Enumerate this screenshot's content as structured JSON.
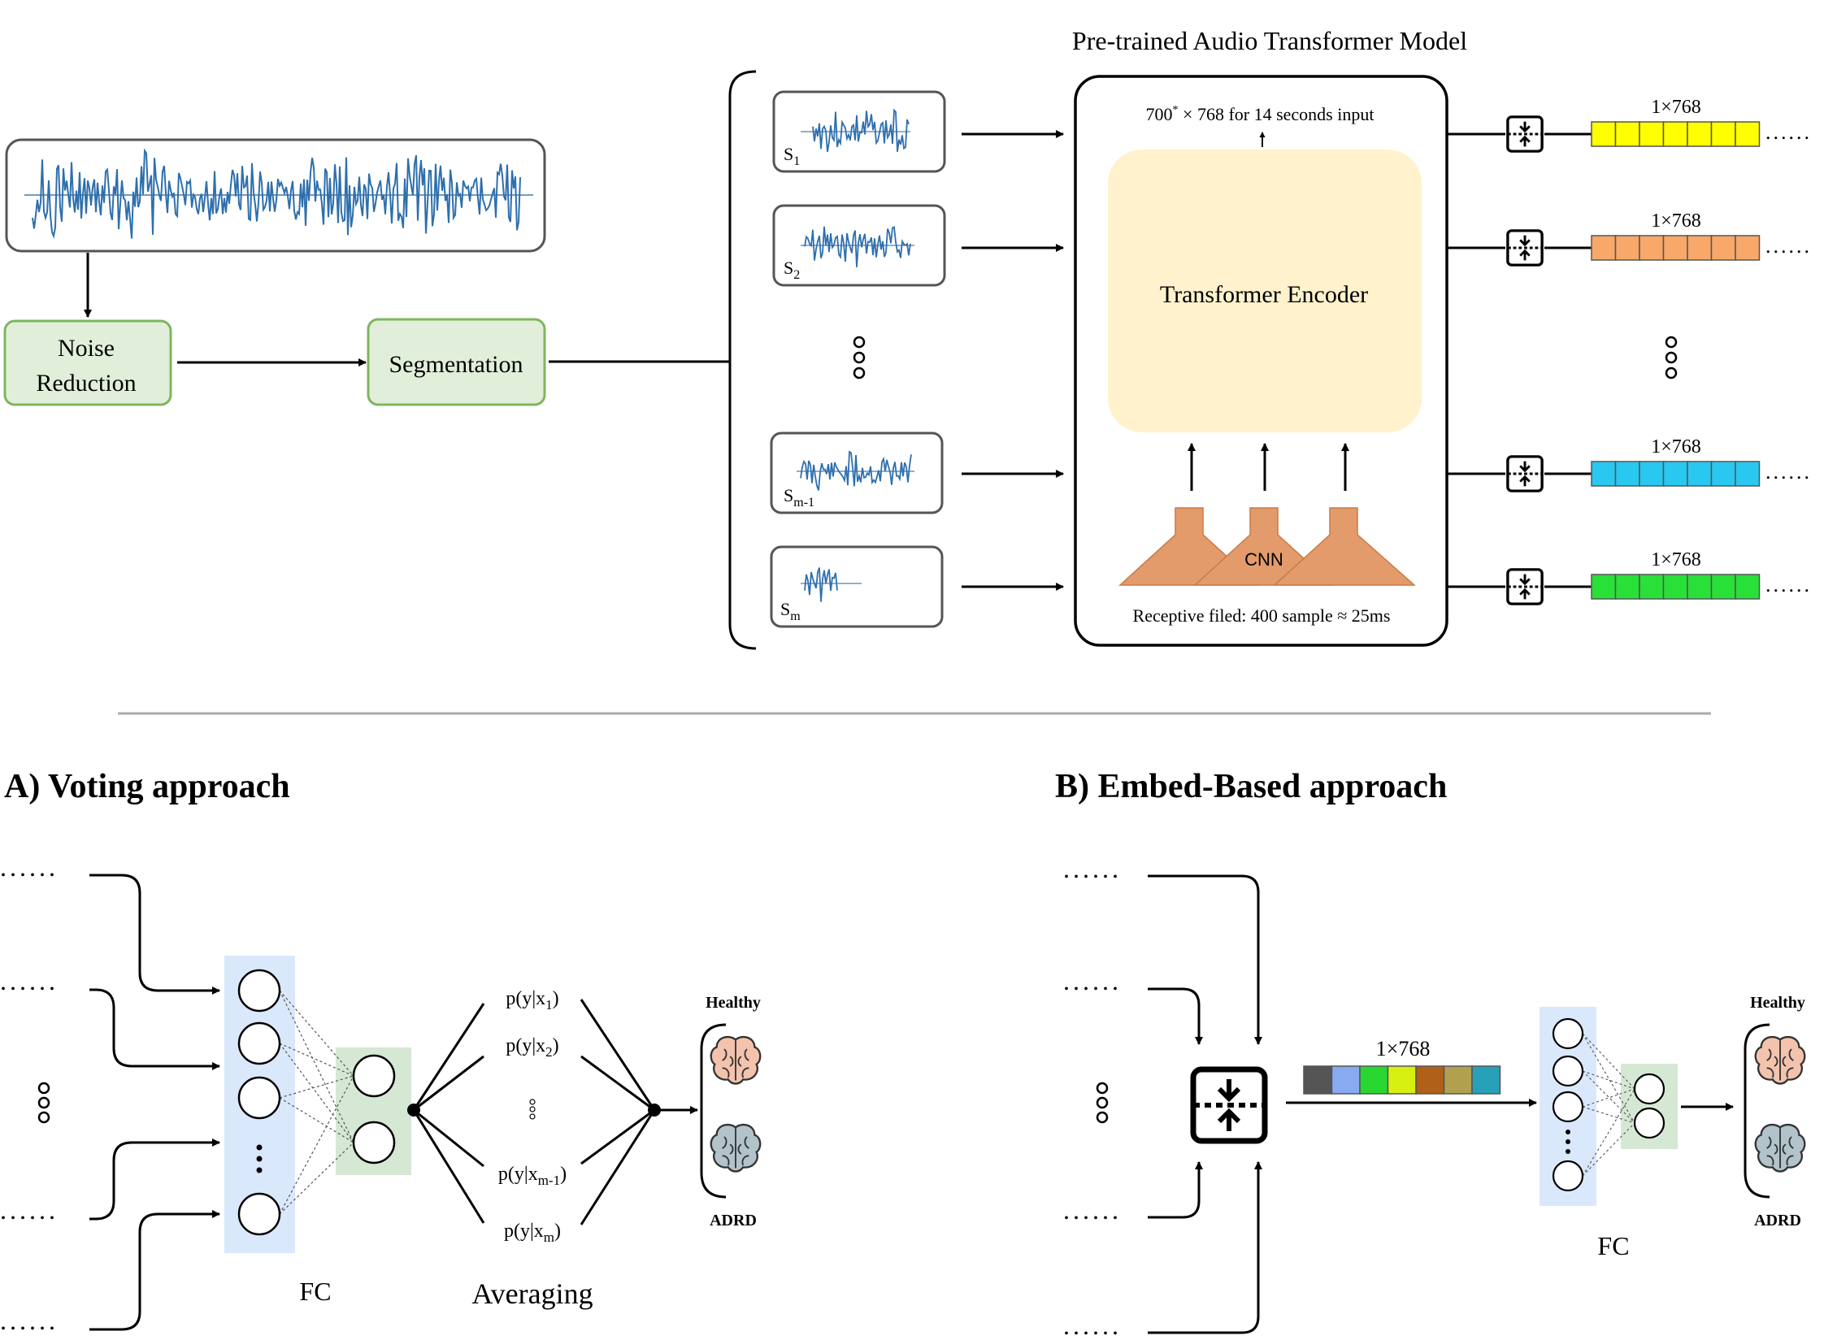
{
  "top": {
    "model_title": "Pre-trained Audio Transformer Model",
    "output_shape": {
      "prefix": "700",
      "sup": "*",
      "rest": " × 768 for 14 seconds input"
    },
    "encoder_label": "Transformer Encoder",
    "cnn_label": "CNN",
    "receptive_field": "Receptive filed: 400 sample ≈ 25ms",
    "noise_reduction_line1": "Noise",
    "noise_reduction_line2": "Reduction",
    "segmentation_label": "Segmentation",
    "segments": [
      {
        "base": "S",
        "sub": "1"
      },
      {
        "base": "S",
        "sub": "2"
      },
      {
        "base": "S",
        "sub": "m-1"
      },
      {
        "base": "S",
        "sub": "m"
      }
    ],
    "embedding_label": "1×768",
    "embedding_colors": [
      "#ffff00",
      "#f8a868",
      "#28c8f0",
      "#28e038"
    ],
    "trailing_dots": "......"
  },
  "voting": {
    "title": "A) Voting approach",
    "fc_label": "FC",
    "averaging_label": "Averaging",
    "probs": [
      {
        "base": "p(y|x",
        "sub": "1",
        "end": ")"
      },
      {
        "base": "p(y|x",
        "sub": "2",
        "end": ")"
      },
      {
        "base": "p(y|x",
        "sub": "m-1",
        "end": ")"
      },
      {
        "base": "p(y|x",
        "sub": "m",
        "end": ")"
      }
    ],
    "healthy_label": "Healthy",
    "adrd_label": "ADRD",
    "input_dots": "......"
  },
  "embed": {
    "title": "B) Embed-Based approach",
    "fc_label": "FC",
    "embedding_label": "1×768",
    "bar_colors": [
      "#555555",
      "#88aaf0",
      "#28d830",
      "#d8f010",
      "#b06018",
      "#b0a050",
      "#28a0b8"
    ],
    "healthy_label": "Healthy",
    "adrd_label": "ADRD",
    "input_dots": "......"
  }
}
